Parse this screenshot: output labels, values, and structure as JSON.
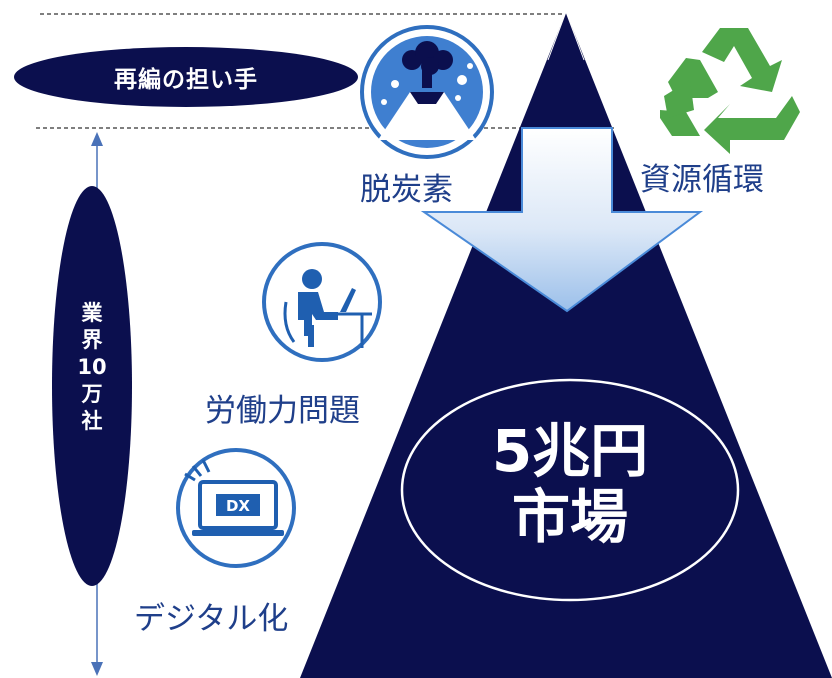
{
  "top_label": "再編の担い手",
  "side_axis_label": [
    "業",
    "界",
    "10",
    "万",
    "社"
  ],
  "themes": {
    "decarbonization": "脱炭素",
    "resource_circulation": "資源循環",
    "labor_issue": "労働力問題",
    "digitalization": "デジタル化"
  },
  "market": [
    "5兆円",
    "市場"
  ],
  "dx_badge": "DX",
  "colors": {
    "navy": "#0b0f4e",
    "blue": "#2f6fbf",
    "light_blue": "#5a9ae0",
    "green": "#4fa64a",
    "label_blue": "#1f3f8a"
  },
  "icons": [
    "volcano-icon",
    "recycle-icon",
    "worker-at-desk-icon",
    "laptop-dx-icon",
    "down-arrow-icon"
  ]
}
